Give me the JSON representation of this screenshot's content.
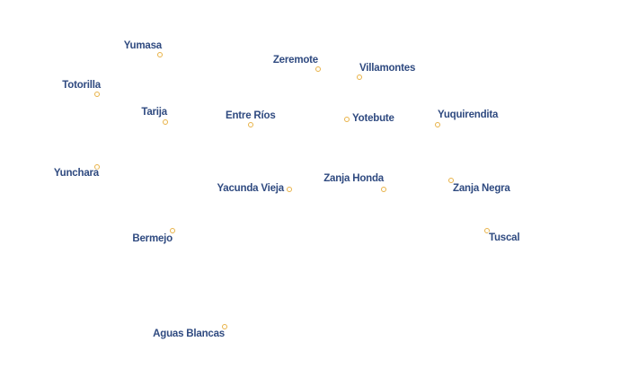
{
  "map": {
    "places": [
      {
        "name": "Yumasa"
      },
      {
        "name": "Zeremote"
      },
      {
        "name": "Villamontes"
      },
      {
        "name": "Totorilla"
      },
      {
        "name": "Tarija"
      },
      {
        "name": "Entre Ríos"
      },
      {
        "name": "Yotebute"
      },
      {
        "name": "Yuquirendita"
      },
      {
        "name": "Yunchara"
      },
      {
        "name": "Yacunda Vieja"
      },
      {
        "name": "Zanja Honda"
      },
      {
        "name": "Zanja Negra"
      },
      {
        "name": "Bermejo"
      },
      {
        "name": "Tuscal"
      },
      {
        "name": "Aguas Blancas"
      }
    ]
  },
  "colors": {
    "label": "#2f4a80",
    "marker_stroke": "#e8b24a",
    "halo": "#ffffff"
  }
}
